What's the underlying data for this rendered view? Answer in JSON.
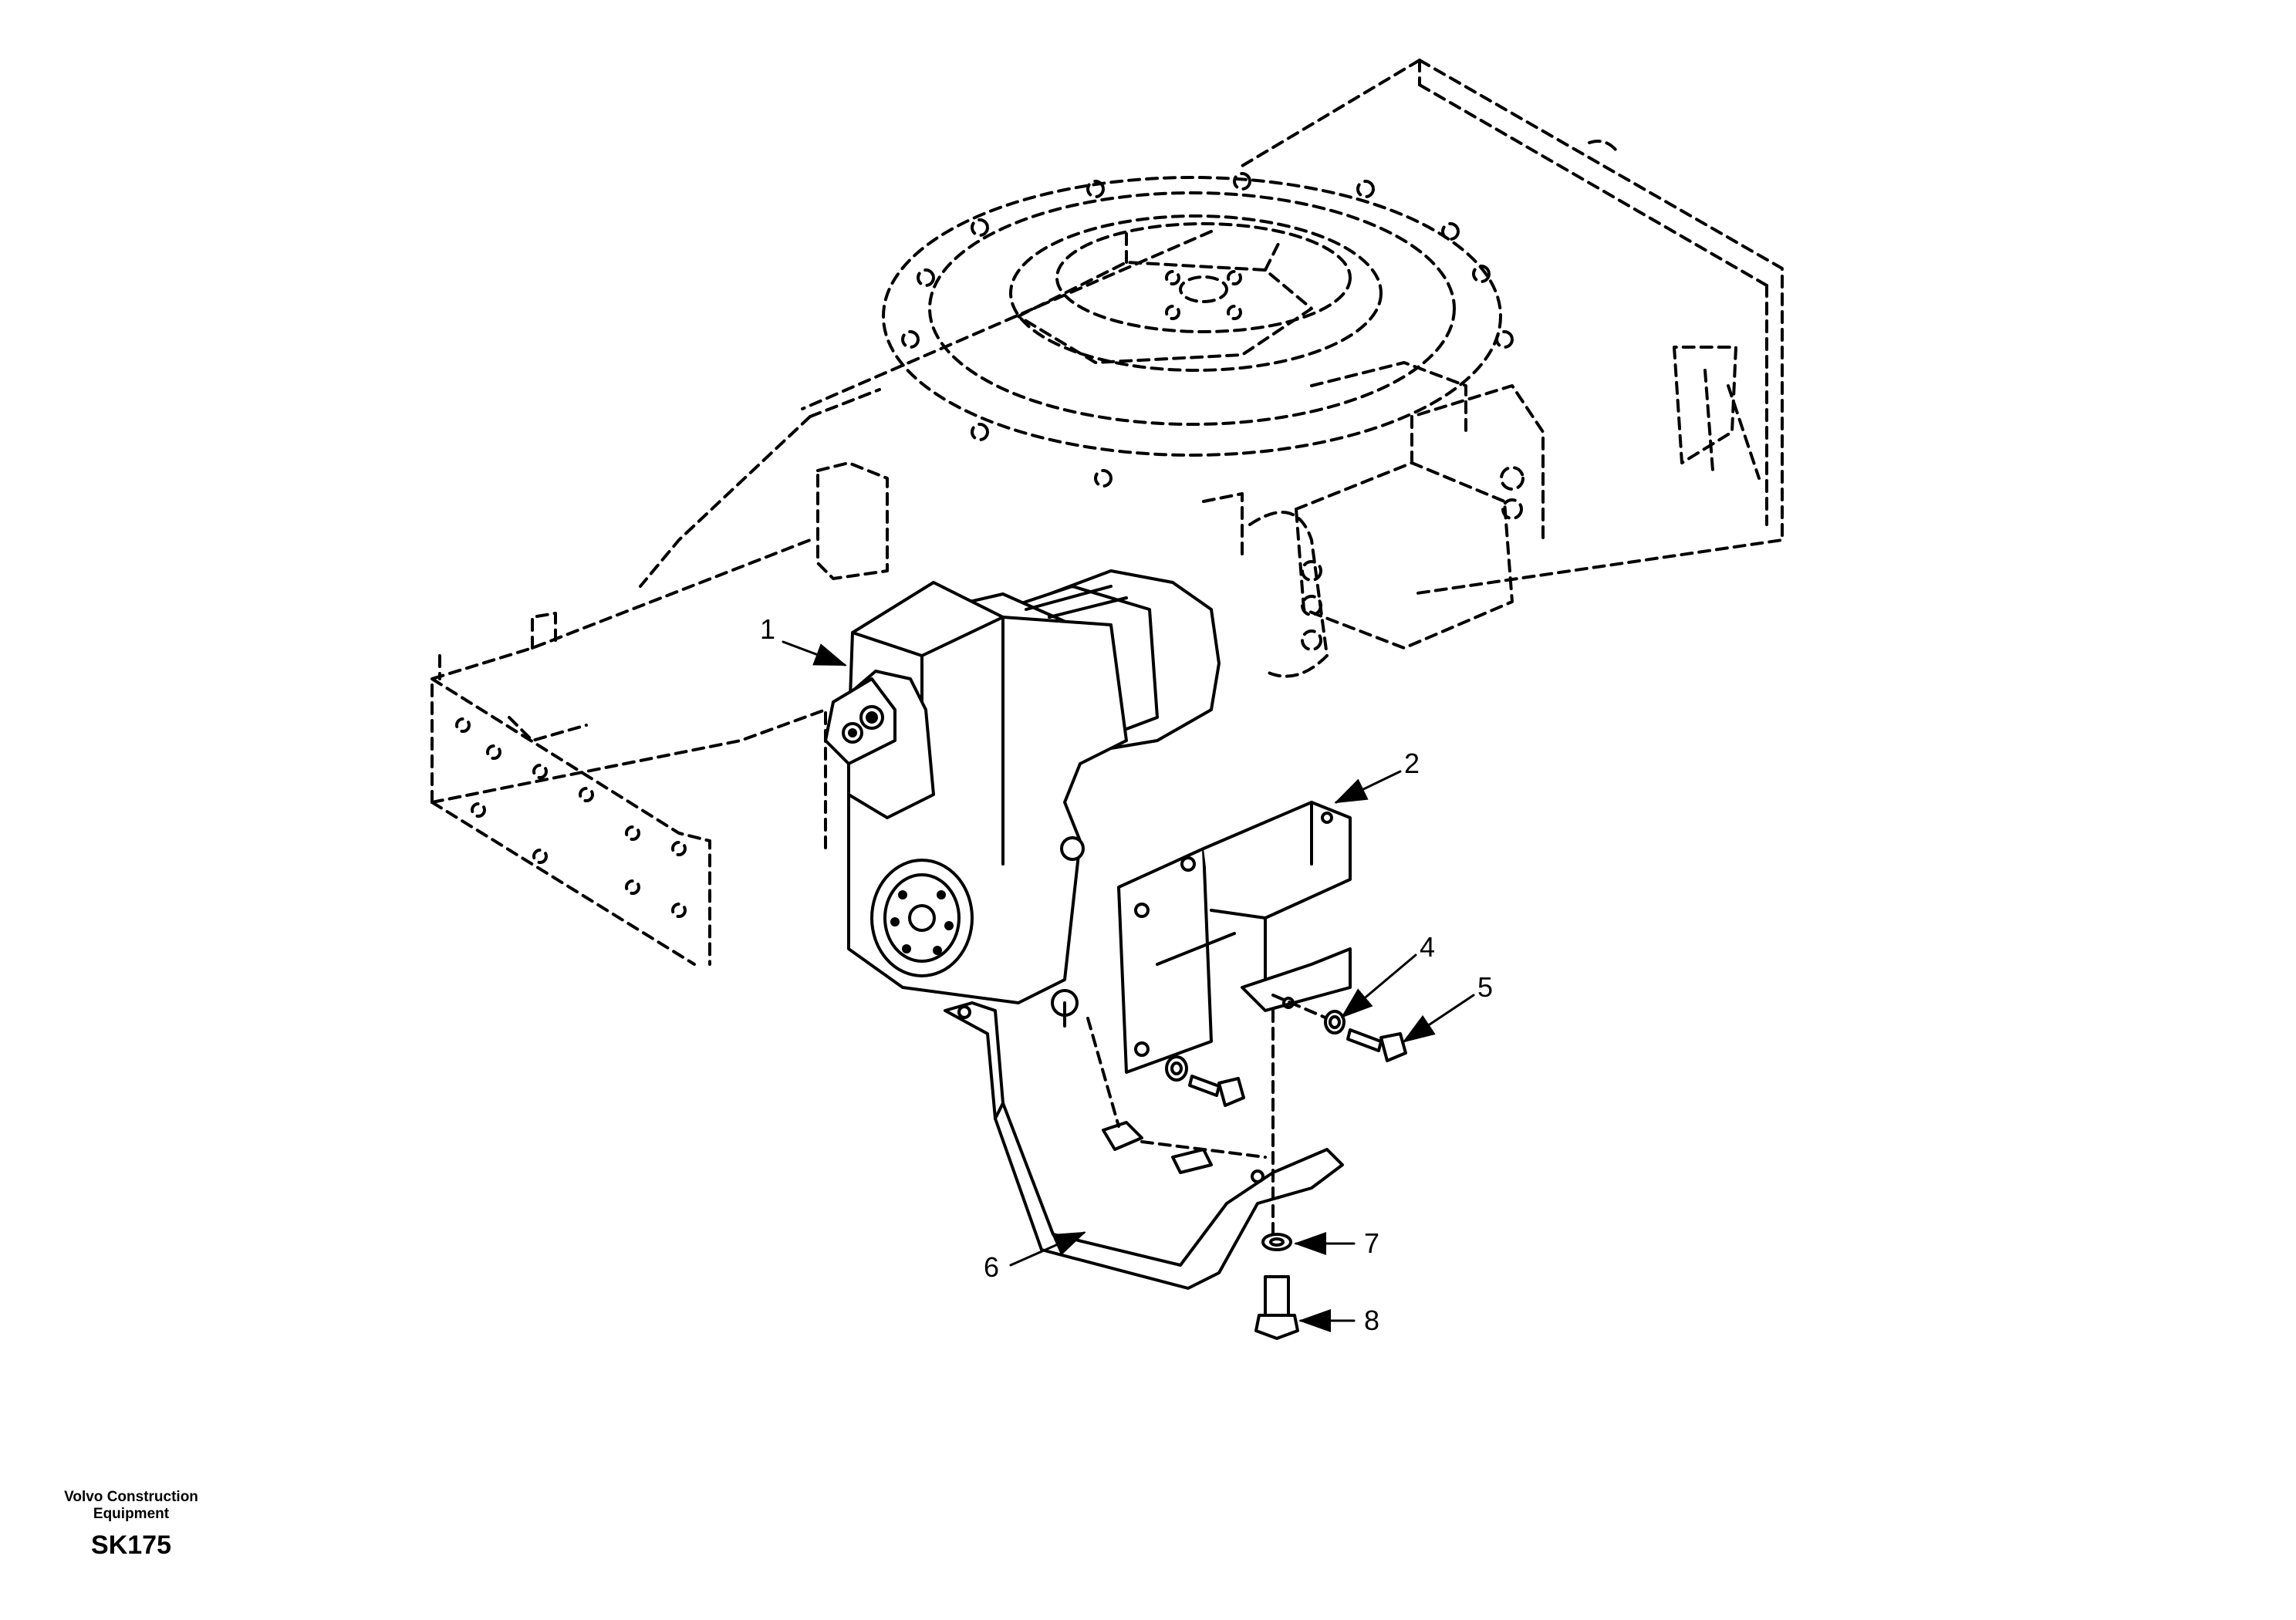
{
  "callouts": [
    {
      "id": "1",
      "label": "1"
    },
    {
      "id": "2",
      "label": "2"
    },
    {
      "id": "4",
      "label": "4"
    },
    {
      "id": "5",
      "label": "5"
    },
    {
      "id": "6",
      "label": "6"
    },
    {
      "id": "7",
      "label": "7"
    },
    {
      "id": "8",
      "label": "8"
    }
  ],
  "footer": {
    "company_line1": "Volvo Construction",
    "company_line2": "Equipment",
    "model": "SK175"
  }
}
